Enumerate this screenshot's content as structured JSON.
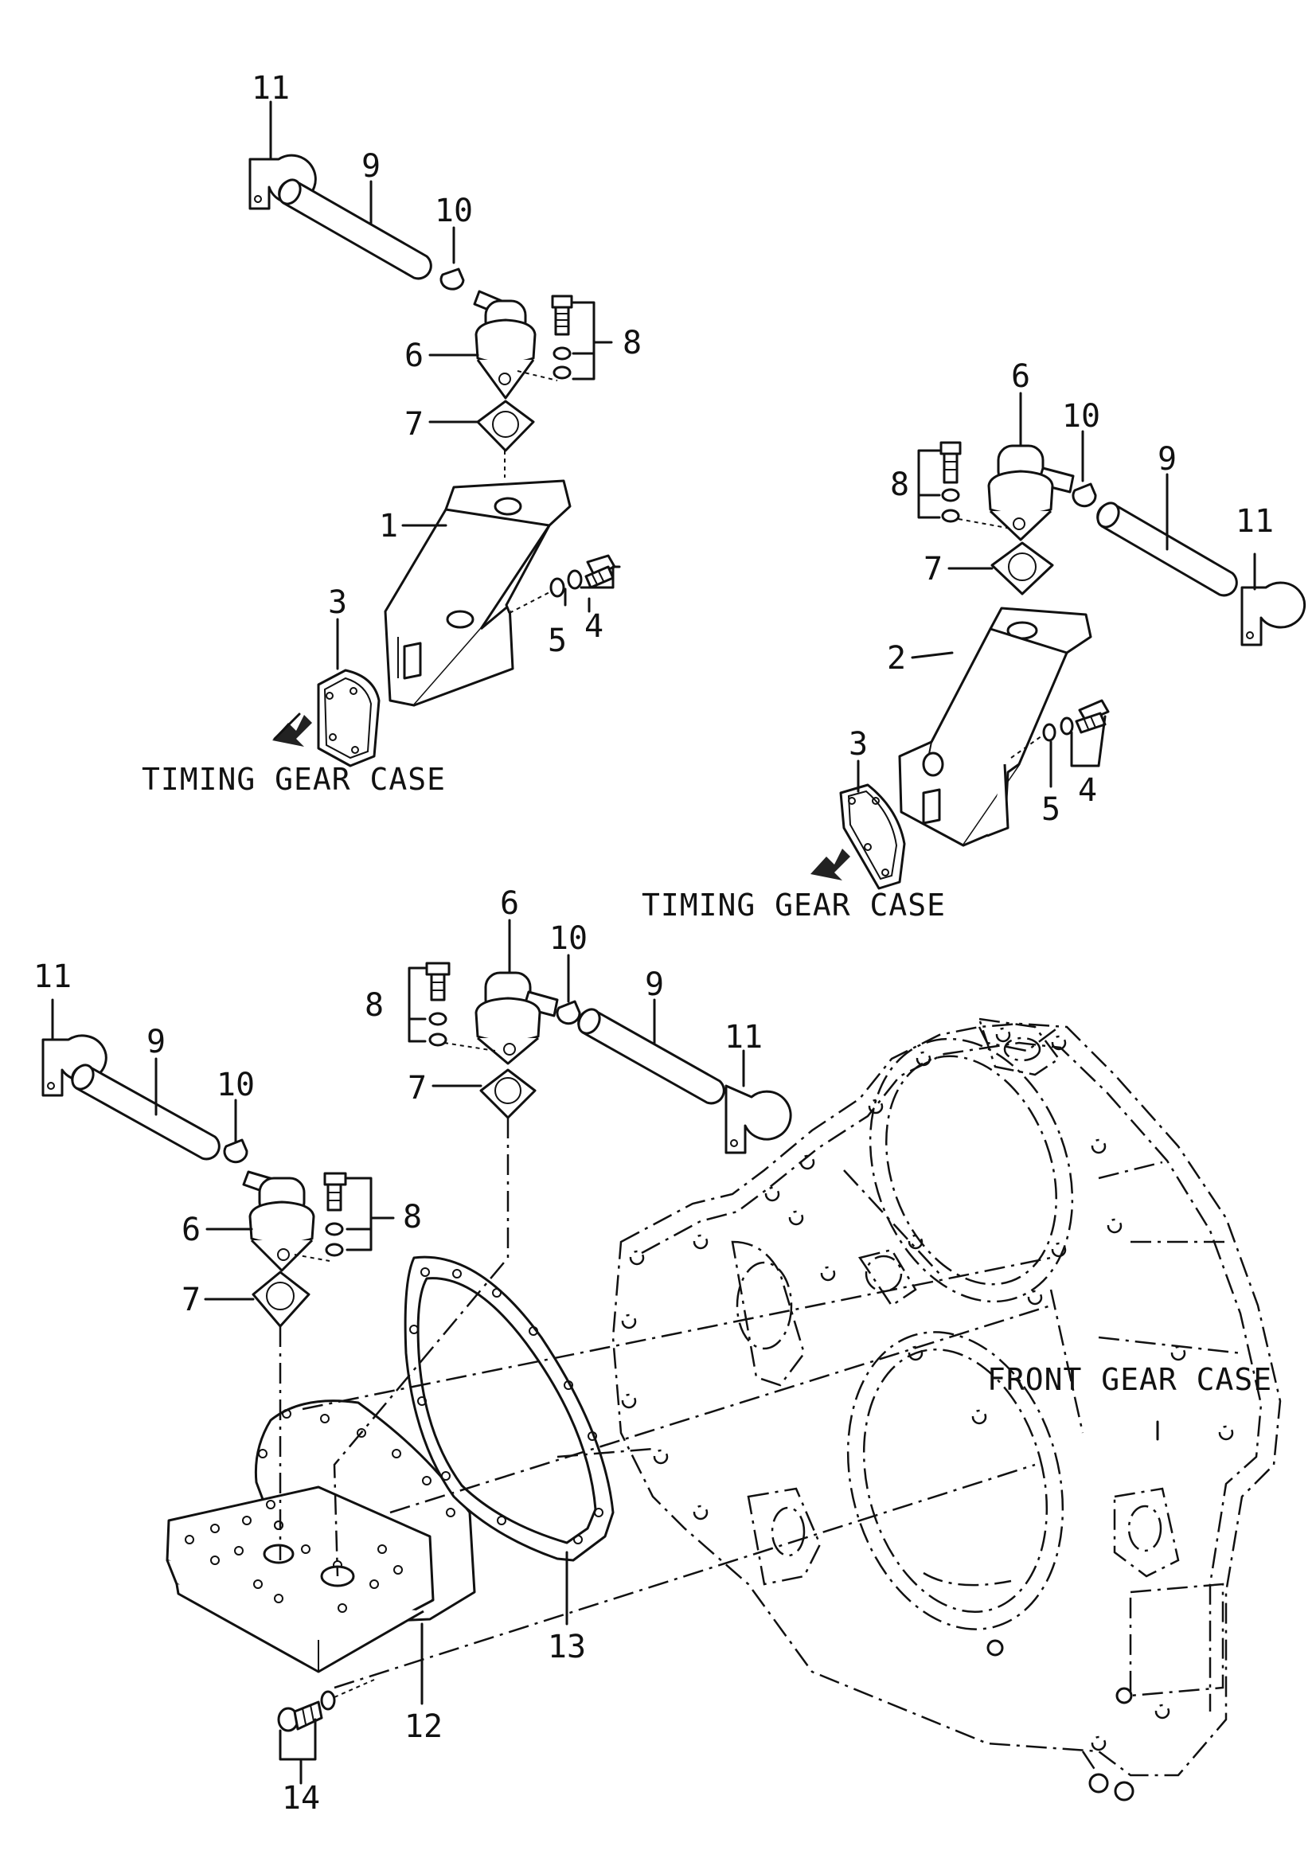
{
  "labels": {
    "p1": "1",
    "p2": "2",
    "p3": "3",
    "p4": "4",
    "p5": "5",
    "p6": "6",
    "p7": "7",
    "p8": "8",
    "p9": "9",
    "p10": "10",
    "p11": "11",
    "p12": "12",
    "p13": "13",
    "p14": "14"
  },
  "captions": {
    "timing_gear_case": "TIMING GEAR CASE",
    "front_gear_case": "FRONT GEAR CASE"
  },
  "icons": {
    "direction_arrow": "arrow-down-left-icon"
  }
}
